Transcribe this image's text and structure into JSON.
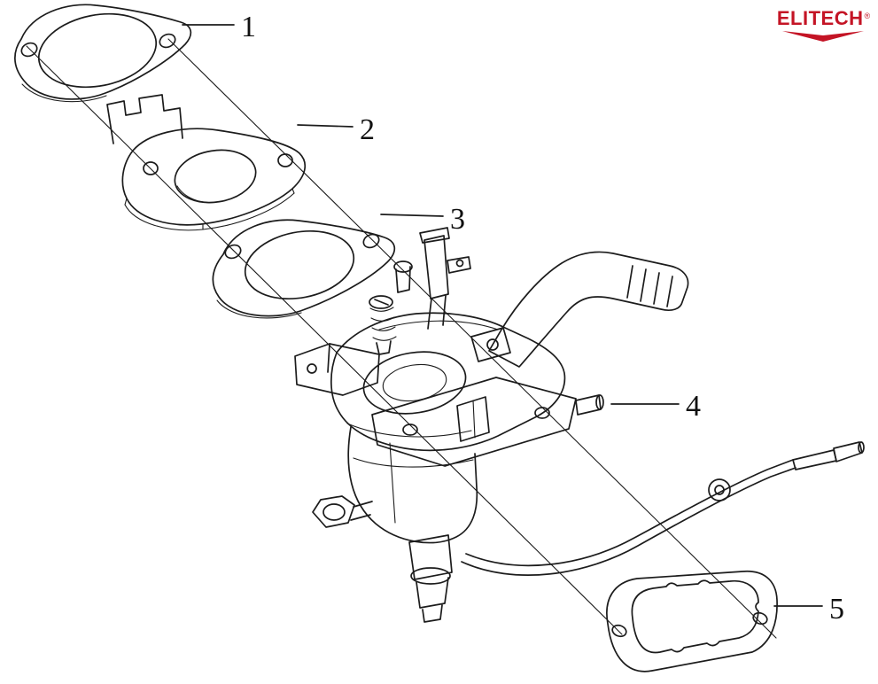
{
  "logo": {
    "text": "ELITECH",
    "registered_mark": "®",
    "color": "#c41425"
  },
  "callouts": [
    {
      "number": "1"
    },
    {
      "number": "2"
    },
    {
      "number": "3"
    },
    {
      "number": "4"
    },
    {
      "number": "5"
    }
  ],
  "colors": {
    "line": "#1c1c1c",
    "background": "#ffffff"
  }
}
